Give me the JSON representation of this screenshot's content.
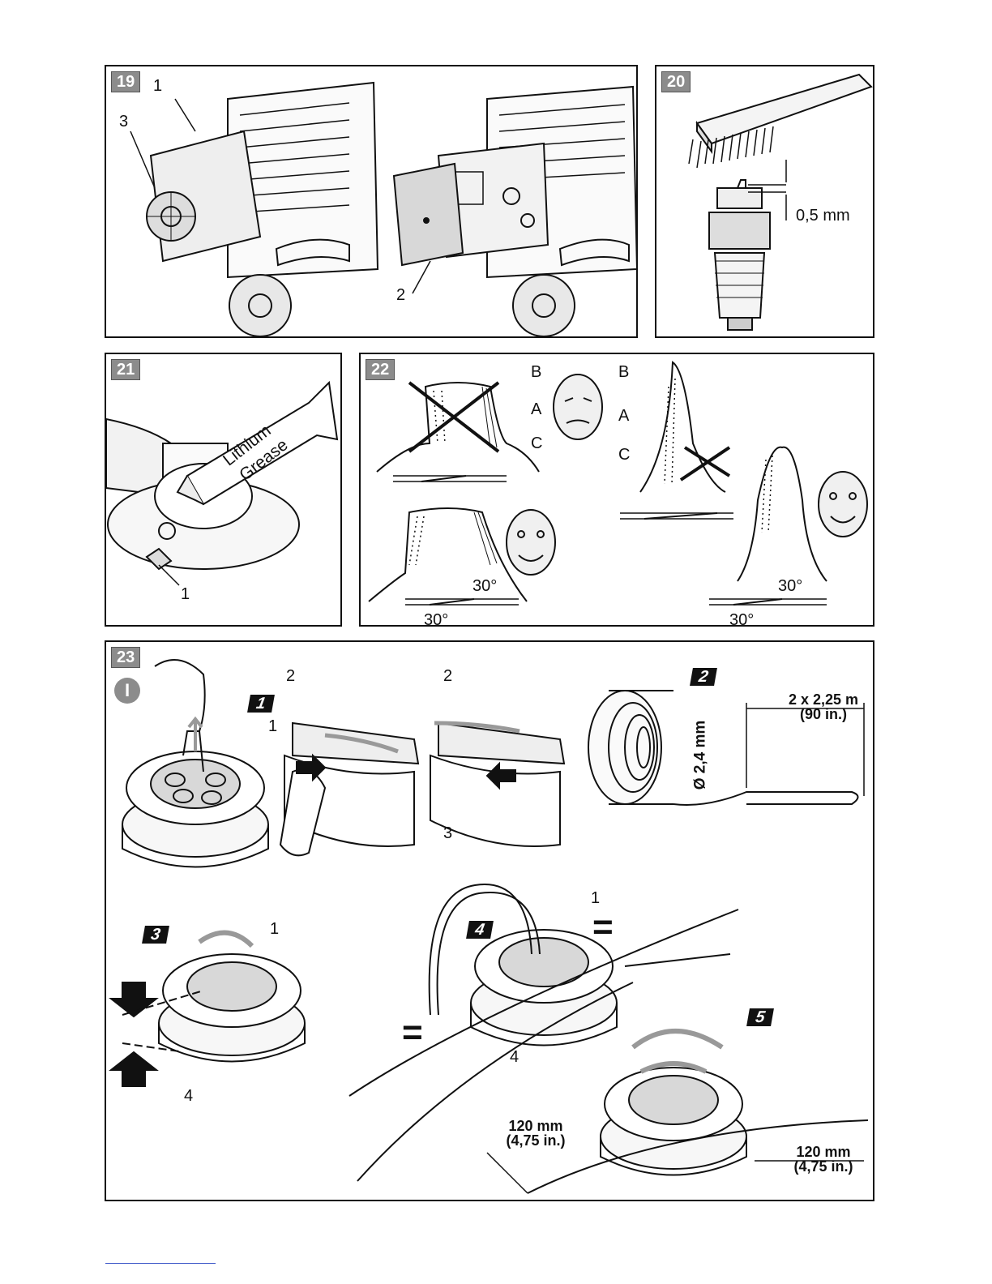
{
  "fig19": {
    "badge": "19",
    "c1": "1",
    "c2": "2",
    "c3": "3"
  },
  "fig20": {
    "badge": "20",
    "gap": "0,5 mm"
  },
  "fig21": {
    "badge": "21",
    "c1": "1",
    "tube_line1": "Lithium",
    "tube_line2": "Grease"
  },
  "fig22": {
    "badge": "22",
    "b1": "B",
    "a1": "A",
    "cl1": "C",
    "b2": "B",
    "a2": "A",
    "cl2": "C",
    "ang1": "30°",
    "ang2": "30°",
    "ang3": "30°",
    "ang4": "30°"
  },
  "fig23": {
    "badge": "23",
    "roman": "I",
    "step1": "1",
    "step2": "2",
    "step3": "3",
    "step4": "4",
    "step5": "5",
    "c1a": "1",
    "c2a": "2",
    "c2b": "2",
    "c3a": "3",
    "c1b": "1",
    "c4a": "4",
    "c1c": "1",
    "c4b": "4",
    "length_line1": "2 x 2,25 m",
    "length_line2": "(90 in.)",
    "diameter": "Ø 2,4 mm",
    "equals1": "=",
    "equals2": "=",
    "m1_line1": "120 mm",
    "m1_line2": "(4,75 in.)",
    "m2_line1": "120 mm",
    "m2_line2": "(4,75 in.)"
  }
}
